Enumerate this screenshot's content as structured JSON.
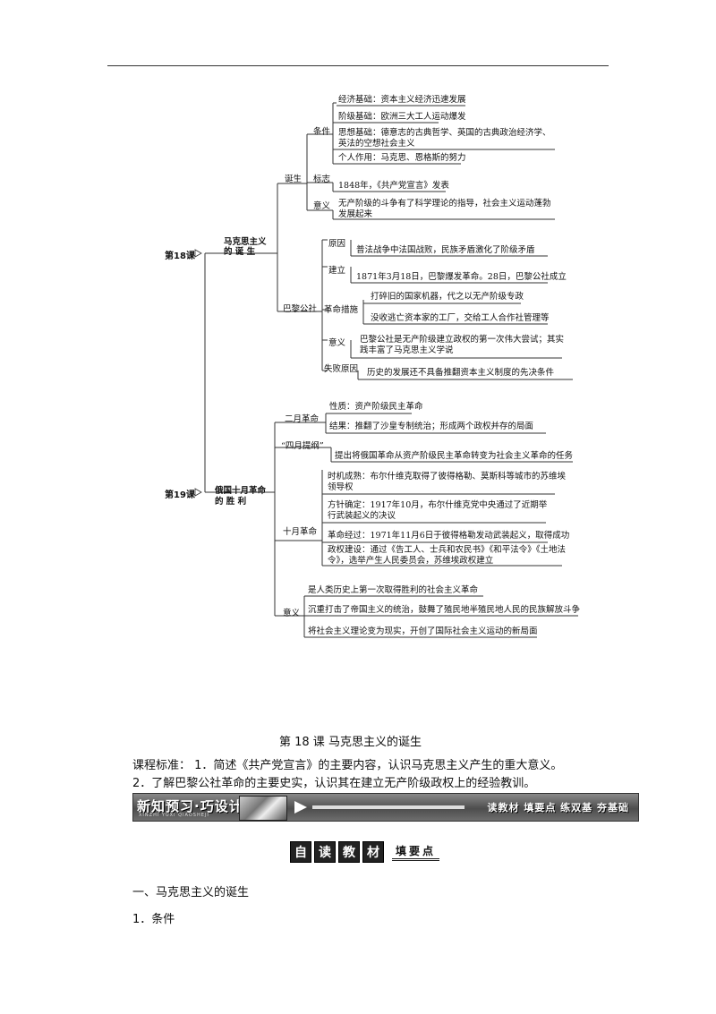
{
  "mindmap": {
    "lesson18": {
      "label": "第18课",
      "title_line1": "马克思主义",
      "title_line2": "的    诞    生",
      "birth": {
        "label": "诞生",
        "conditions": {
          "label": "条件",
          "items": [
            "经济基础：资本主义经济迅速发展",
            "阶级基础：欧洲三大工人运动爆发",
            "思想基础：德意志的古典哲学、英国的古典政治经济学、英法的空想社会主义",
            "个人作用：马克思、恩格斯的努力"
          ]
        },
        "symbol": {
          "label": "标志",
          "text": "1848年，《共产党宣言》发表"
        },
        "meaning": {
          "label": "意义",
          "text": "无产阶级的斗争有了科学理论的指导，社会主义运动蓬勃发展起来"
        }
      },
      "commune": {
        "label": "巴黎公社",
        "cause": {
          "label": "原因",
          "text": "普法战争中法国战败，民族矛盾激化了阶级矛盾"
        },
        "founding": {
          "label": "建立",
          "text": "1871年3月18日，巴黎爆发革命。28日，巴黎公社成立"
        },
        "measures": {
          "label": "革命措施",
          "items": [
            "打碎旧的国家机器，代之以无产阶级专政",
            "没收逃亡资本家的工厂，交给工人合作社管理等"
          ]
        },
        "meaning": {
          "label": "意义",
          "text": "巴黎公社是无产阶级建立政权的第一次伟大尝试；其实践丰富了马克思主义学说"
        },
        "failure": {
          "label": "失败原因",
          "text": "历史的发展还不具备推翻资本主义制度的先决条件"
        }
      }
    },
    "lesson19": {
      "label": "第19课",
      "title_line1": "俄国十月革命",
      "title_line2": "的    胜    利",
      "feb": {
        "label": "二月革命",
        "items": [
          "性质：资产阶级民主革命",
          "结果：推翻了沙皇专制统治；形成两个政权并存的局面"
        ]
      },
      "april": {
        "label": "“四月提纲”",
        "text": "提出将俄国革命从资产阶级民主革命转变为社会主义革命的任务"
      },
      "oct": {
        "label": "十月革命",
        "items": [
          "时机成熟：布尔什维克取得了彼得格勒、莫斯科等城市的苏维埃领导权",
          "方针确定：1917年10月，布尔什维克党中央通过了近期举行武装起义的决议",
          "革命经过：1971年11月6日于彼得格勒发动武装起义，取得成功",
          "政权建设：通过《告工人、士兵和农民书》《和平法令》《土地法令》，选举产生人民委员会，苏维埃政权建立"
        ]
      },
      "meaning": {
        "label": "意义",
        "items": [
          "是人类历史上第一次取得胜利的社会主义革命",
          "沉重打击了帝国主义的统治，鼓舞了殖民地半殖民地人民的民族解放斗争",
          "将社会主义理论变为现实，开创了国际社会主义运动的新局面"
        ]
      }
    }
  },
  "lesson_heading": "第 18 课    马克思主义的诞生",
  "standard_line1": "课程标准： 1．简述《共产党宣言》的主要内容，认识马克思主义产生的重大意义。",
  "standard_line2": "2．了解巴黎公社革命的主要史实，认识其在建立无产阶级政权上的经验教训。",
  "banner": {
    "logo": "新知预习·巧设计",
    "sub": "XINZHI YUXI QIAOSHEJI",
    "right": "读教材  填要点    练双基  夯基础"
  },
  "self_read": {
    "chars": [
      "自",
      "读",
      "教",
      "材"
    ],
    "tag": "填要点"
  },
  "section1": "一、马克思主义的诞生",
  "section1_1": "1．条件"
}
